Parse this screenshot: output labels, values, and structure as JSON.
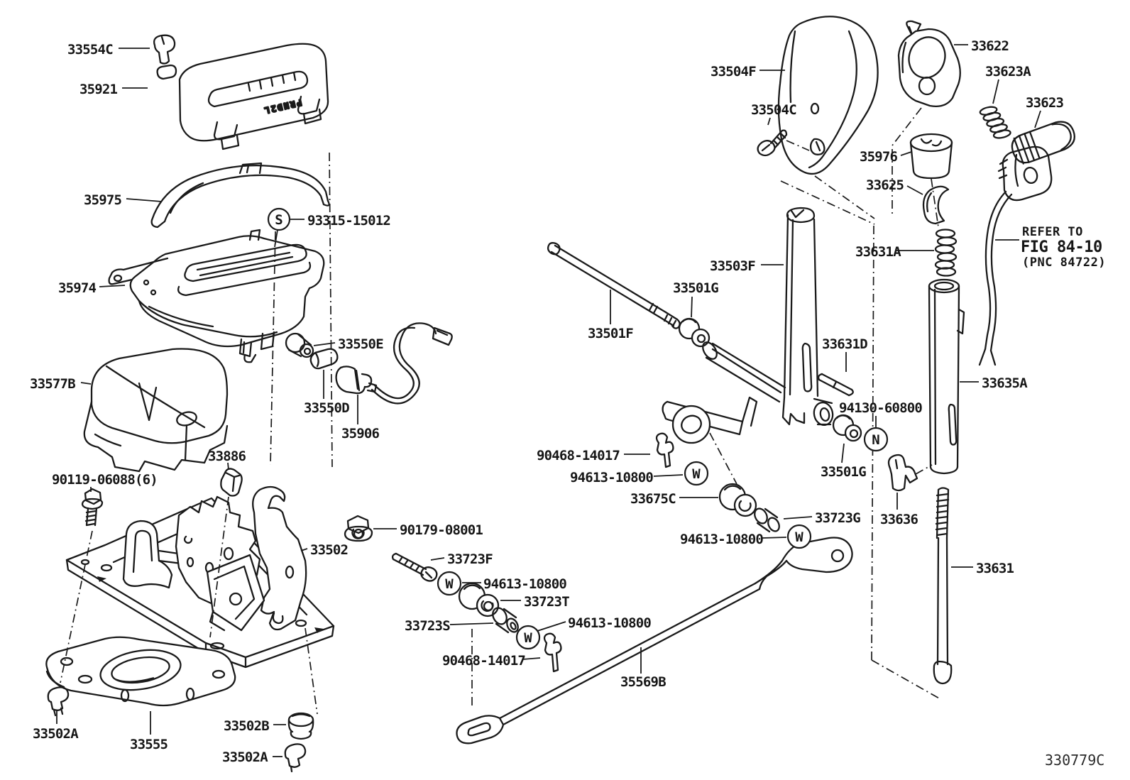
{
  "diagram_code": "330779C",
  "colors": {
    "ink": "#1a1a1a",
    "paper": "#ffffff"
  },
  "symbols": {
    "s": "S",
    "w": "W",
    "n": "N"
  },
  "note": {
    "line1": "REFER TO",
    "line2": "FIG 84-10",
    "line3": "(PNC 84722)"
  },
  "plate_markings": "PRND2L",
  "parts": {
    "p33554C": "33554C",
    "p35921": "35921",
    "p35975": "35975",
    "p93315_15012": "93315-15012",
    "p35974": "35974",
    "p33577B": "33577B",
    "p33550E": "33550E",
    "p33550D": "33550D",
    "p35906": "35906",
    "p33886": "33886",
    "p90119_06088": "90119-06088(6)",
    "p33502": "33502",
    "p33502A": "33502A",
    "p33555": "33555",
    "p33502B": "33502B",
    "p90179_08001": "90179-08001",
    "p33723F": "33723F",
    "p94613_10800": "94613-10800",
    "p33723T": "33723T",
    "p33723S": "33723S",
    "p90468_14017": "90468-14017",
    "p35569B": "35569B",
    "p33501F": "33501F",
    "p33501G": "33501G",
    "p33503F": "33503F",
    "p33675C": "33675C",
    "p33723G": "33723G",
    "p94130_60800": "94130-60800",
    "p33631D": "33631D",
    "p33636": "33636",
    "p33635A": "33635A",
    "p33631": "33631",
    "p33631A": "33631A",
    "p33625": "33625",
    "p35976": "35976",
    "p33623": "33623",
    "p33623A": "33623A",
    "p33622": "33622",
    "p33504F": "33504F",
    "p33504C": "33504C"
  }
}
